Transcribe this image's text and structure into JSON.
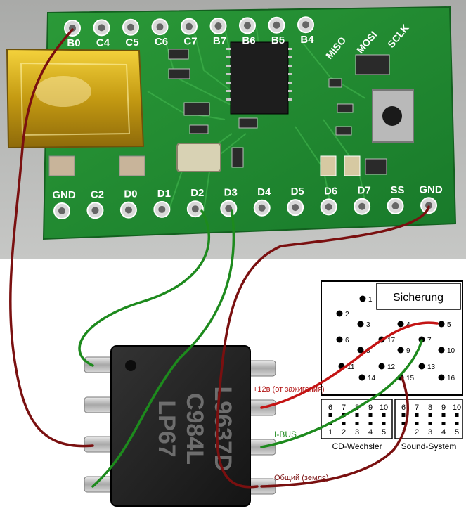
{
  "board": {
    "top_pins": [
      "B0",
      "C4",
      "C5",
      "C6",
      "C7",
      "B7",
      "B6",
      "B5",
      "B4"
    ],
    "right_labels": [
      "MISO",
      "MOSI",
      "SCLK"
    ],
    "bottom_pins": [
      "GND",
      "C2",
      "D0",
      "D1",
      "D2",
      "D3",
      "D4",
      "D5",
      "D6",
      "D7",
      "SS",
      "GND"
    ]
  },
  "chip": {
    "line1": "L9637D",
    "line2": "C984L",
    "line3": "LP67"
  },
  "annotations": {
    "power": "+12в (от зажигания)",
    "ibus": "I-BUS",
    "ground": "Общий (земля)"
  },
  "connector": {
    "fuse_label": "Sicherung",
    "pins": [
      "1",
      "2",
      "3",
      "4",
      "5",
      "6",
      "17",
      "7",
      "8",
      "9",
      "10",
      "11",
      "12",
      "13",
      "14",
      "15",
      "16"
    ],
    "cd_label": "CD-Wechsler",
    "sound_label": "Sound-System",
    "mini_top": [
      "6",
      "7",
      "8",
      "9",
      "10"
    ],
    "mini_bottom": [
      "1",
      "2",
      "3",
      "4",
      "5"
    ]
  },
  "colors": {
    "pcb": "#1e8a2e",
    "wire_red": "#7a1010",
    "wire_green": "#1d8a1d",
    "power_text": "#b01010",
    "ibus_text": "#1d8a1d",
    "ground_text": "#7a1010"
  }
}
